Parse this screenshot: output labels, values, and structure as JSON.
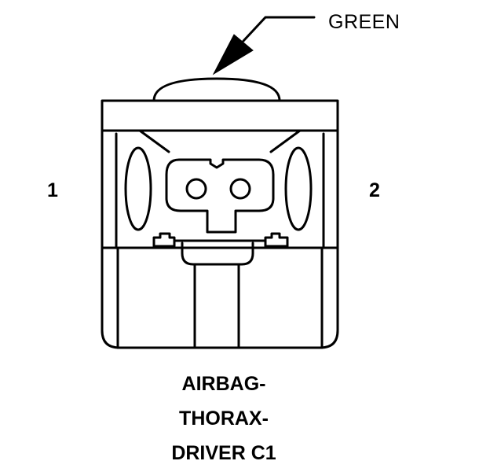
{
  "diagram": {
    "wire_color_label": "GREEN",
    "pin_labels": [
      "1",
      "2"
    ],
    "caption_lines": [
      "AIRBAG-",
      "THORAX-",
      "DRIVER C1"
    ],
    "colors": {
      "ink": "#000000",
      "paper": "#ffffff"
    }
  }
}
